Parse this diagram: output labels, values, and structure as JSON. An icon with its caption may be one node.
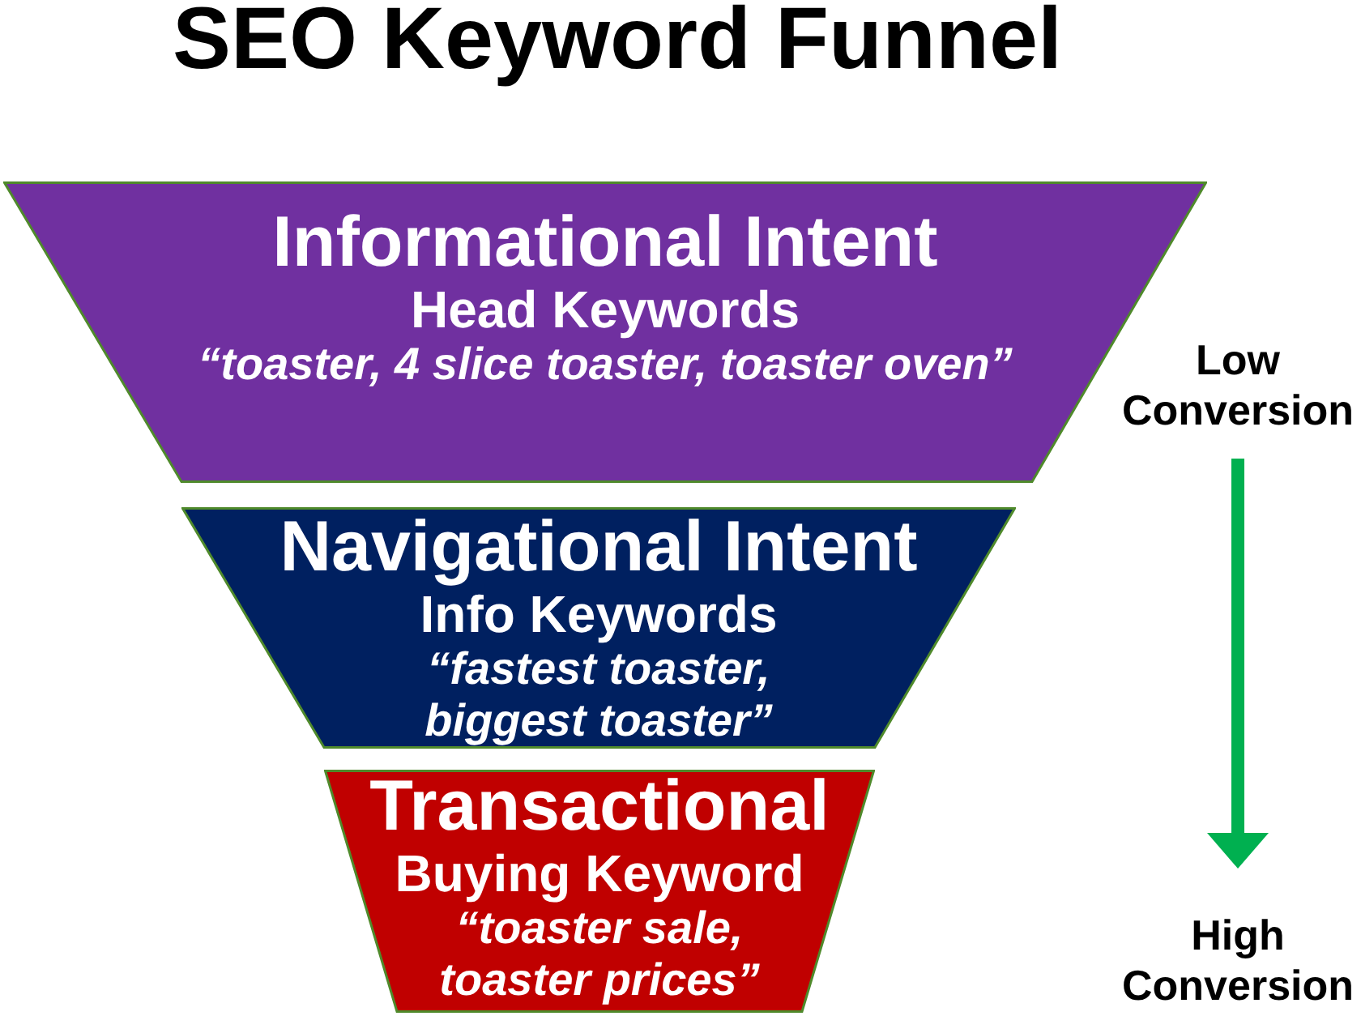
{
  "diagram": {
    "title": "SEO Keyword Funnel",
    "nodes": [
      {
        "text": [
          "Informational Intent",
          "Head Keywords",
          "“toaster, 4 slice toaster, toaster oven”"
        ]
      },
      {
        "text": [
          "Navigational Intent",
          "Info Keywords",
          "“fastest toaster, biggest toaster”"
        ]
      },
      {
        "text": [
          "Transactional",
          "Buying Keyword",
          "“toaster sale, toaster prices”"
        ]
      },
      {
        "text": [
          "Low Conversion"
        ]
      },
      {
        "text": [
          "High Conversion"
        ]
      }
    ],
    "edges": [
      {
        "from": 3,
        "to": 4,
        "arrow": "to",
        "color": "#00b050"
      }
    ]
  }
}
